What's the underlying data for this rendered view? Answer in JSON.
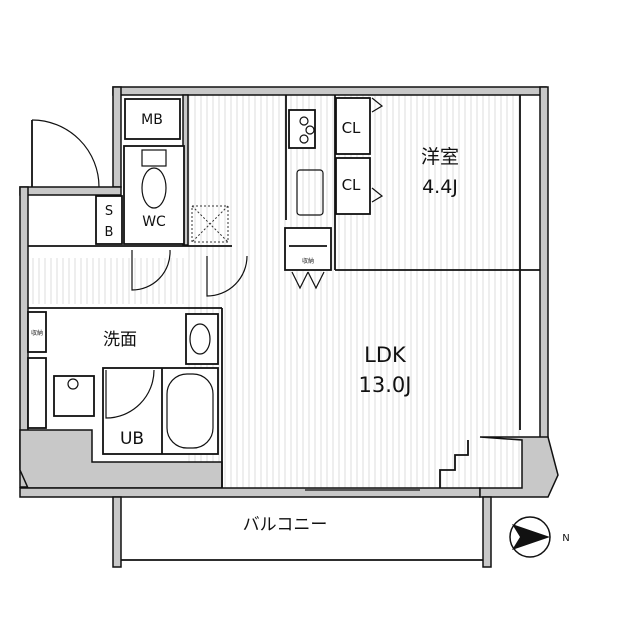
{
  "plan": {
    "rooms": {
      "mb": "MB",
      "wc": "WC",
      "sb_s": "S",
      "sb_b": "B",
      "washroom": "洗面",
      "storage_small_1": "収納",
      "storage_small_2": "収納",
      "ub": "UB",
      "ldk_name": "LDK",
      "ldk_size": "13.0J",
      "western_name": "洋室",
      "western_size": "4.4J",
      "closet_1": "CL",
      "closet_2": "CL",
      "balcony": "バルコニー"
    },
    "compass": {
      "label": "N",
      "icon": "north-arrow-icon",
      "direction": "east"
    },
    "colors": {
      "wall": "#c8c8c8",
      "line": "#111111",
      "floor_stripe": "#dcdcdc"
    }
  }
}
